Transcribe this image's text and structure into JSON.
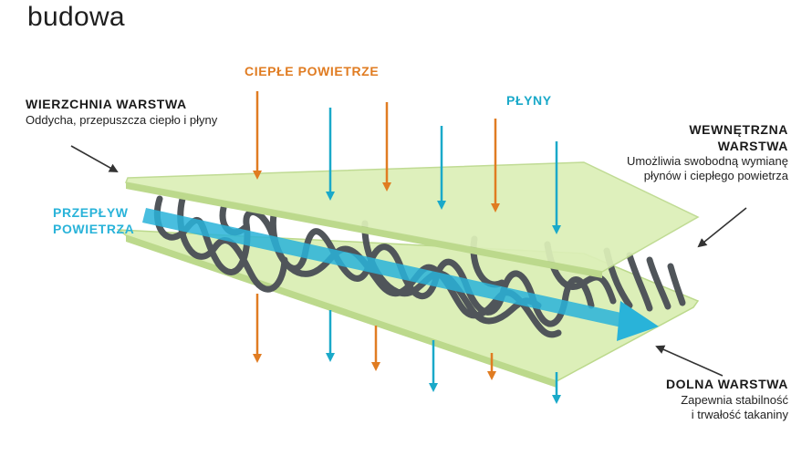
{
  "title": "budowa",
  "colors": {
    "warm_air": "#e07c22",
    "fluids": "#1aa9c9",
    "layer_fill": "#dcefb8",
    "layer_edge": "#bcd98c",
    "fiber": "#50555a",
    "airflow": "#29b3d9",
    "pointer": "#333333"
  },
  "flows": {
    "warm_air": "CIEPŁE POWIETRZE",
    "fluids": "PŁYNY",
    "airflow_line1": "PRZEPŁYW",
    "airflow_line2": "POWIETRZA"
  },
  "layers": {
    "top": {
      "name": "WIERZCHNIA WARSTWA",
      "desc": "Oddycha, przepuszcza ciepło i płyny"
    },
    "inner": {
      "name_line1": "WEWNĘTRZNA",
      "name_line2": "WARSTWA",
      "desc_line1": "Umożliwia swobodną wymianę",
      "desc_line2": "płynów i ciepłego powietrza"
    },
    "bottom": {
      "name": "DOLNA WARSTWA",
      "desc_line1": "Zapewnia stabilność",
      "desc_line2": "i trwałość takaniny"
    }
  }
}
